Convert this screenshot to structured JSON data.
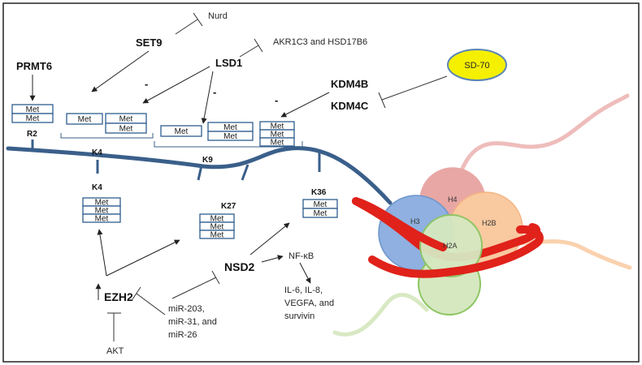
{
  "regulators": {
    "prmt6": "PRMT6",
    "set9": "SET9",
    "lsd1": "LSD1",
    "kdm4b": "KDM4B",
    "kdm4c": "KDM4C",
    "ezh2": "EZH2",
    "nsd2": "NSD2"
  },
  "targets": {
    "nurd": "Nurd",
    "akr1c3": "AKR1C3 and HSD17B6",
    "sd70": "SD-70",
    "nfkb": "NF-κB",
    "akt": "AKT",
    "mirnas": [
      "miR-203,",
      "miR-31, and",
      "miR-26"
    ],
    "cytokines": [
      "IL-6, IL-8,",
      "VEGFA, and",
      "survivin"
    ]
  },
  "sites": {
    "r2": "R2",
    "k4_top": "K4",
    "k4_low": "K4",
    "k9": "K9",
    "k27": "K27",
    "k36": "K36"
  },
  "met_label": "Met",
  "minus_sign": "-",
  "histones": {
    "h3": "H3",
    "h4": "H4",
    "h2a": "H2A",
    "h2b": "H2B"
  },
  "colors": {
    "tail": "#3a5f8a",
    "h3": "#8fb0e0",
    "h4": "#e8a7a4",
    "h2a": "#d6e8c0",
    "h2b": "#f9c9a0",
    "dna": "#e0221a",
    "sd70_fill": "#f5f000",
    "sd70_stroke": "#5e87b5"
  }
}
